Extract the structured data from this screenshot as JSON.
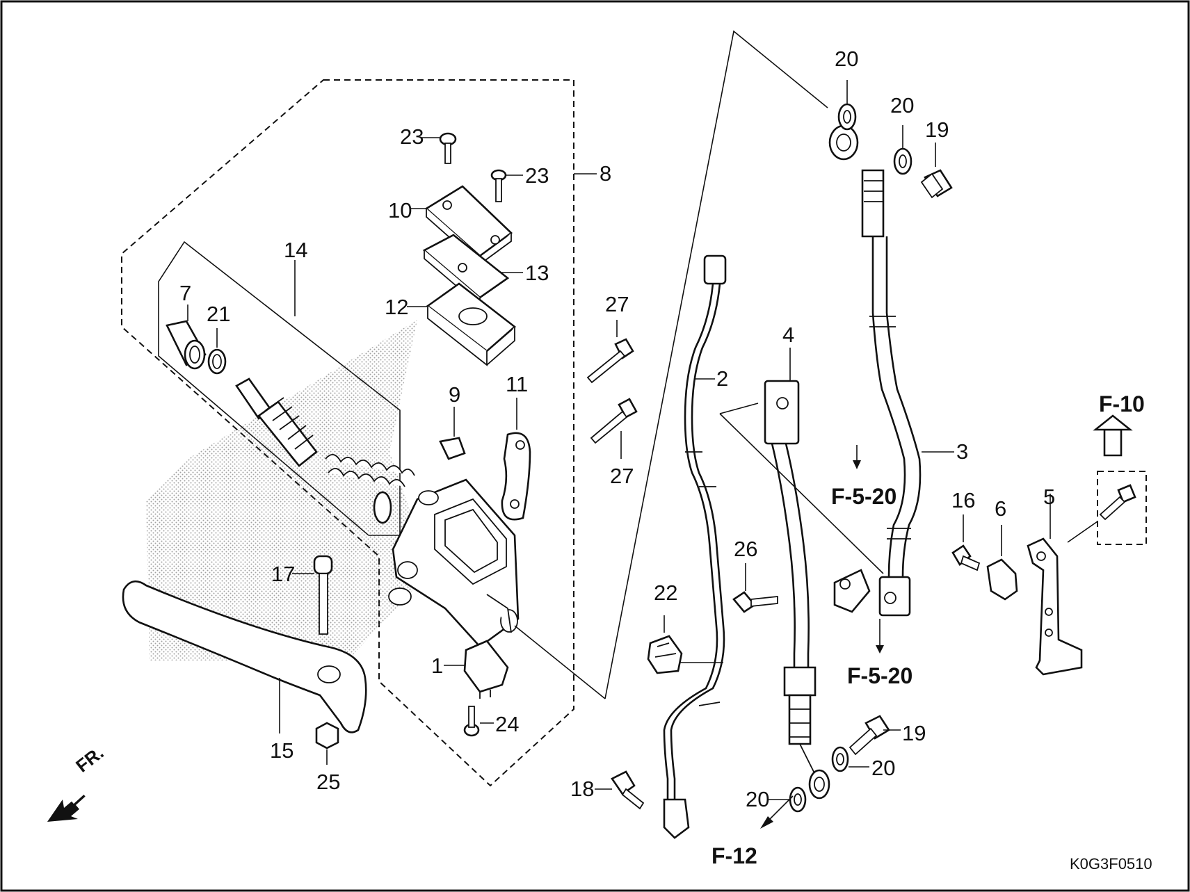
{
  "callouts": {
    "n1": "1",
    "n2": "2",
    "n3": "3",
    "n4": "4",
    "n5": "5",
    "n6": "6",
    "n7": "7",
    "n8": "8",
    "n9": "9",
    "n10": "10",
    "n11": "11",
    "n12": "12",
    "n13": "13",
    "n14": "14",
    "n15": "15",
    "n16": "16",
    "n17": "17",
    "n18": "18",
    "n19a": "19",
    "n19b": "19",
    "n20a": "20",
    "n20b": "20",
    "n20c": "20",
    "n20d": "20",
    "n21": "21",
    "n22": "22",
    "n23a": "23",
    "n23b": "23",
    "n24": "24",
    "n25": "25",
    "n26": "26",
    "n27a": "27",
    "n27b": "27"
  },
  "references": {
    "f10": "F-10",
    "f520a": "F-5-20",
    "f520b": "F-5-20",
    "f12": "F-12"
  },
  "direction_label": "FR.",
  "diagram_code": "K0G3F0510"
}
